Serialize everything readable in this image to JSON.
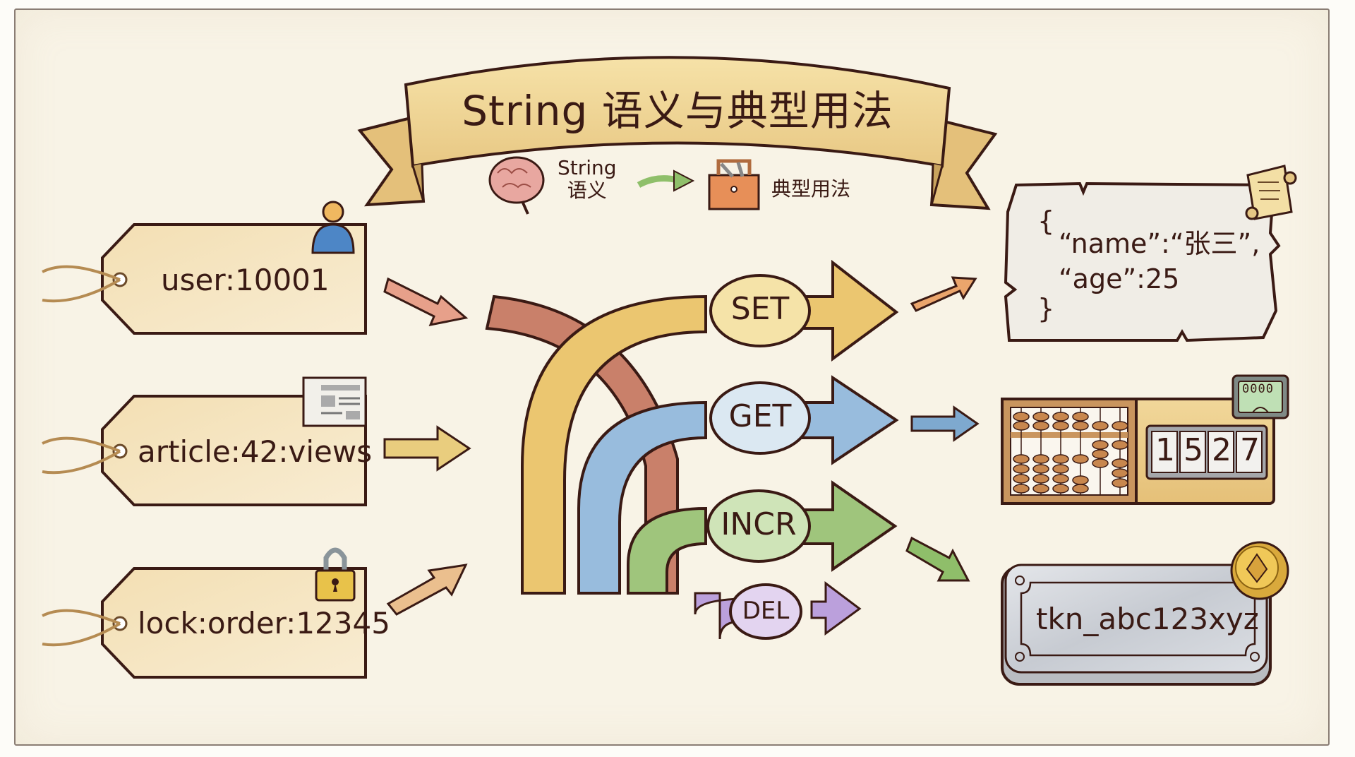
{
  "title": "String 语义与典型用法",
  "subtitle": {
    "left_line1": "String",
    "left_line2": "语义",
    "right": "典型用法",
    "left_icon": "brain-icon",
    "right_icon": "toolbox-icon"
  },
  "keys": [
    {
      "label": "user:10001",
      "icon": "user-icon"
    },
    {
      "label": "article:42:views",
      "icon": "newspaper-icon"
    },
    {
      "label": "lock:order:12345",
      "icon": "padlock-icon"
    }
  ],
  "operations": [
    {
      "label": "SET",
      "color": "#ecc76a"
    },
    {
      "label": "GET",
      "color": "#93b8d8"
    },
    {
      "label": "INCR",
      "color": "#9cc27a"
    },
    {
      "label": "DEL",
      "color": "#b89ad8"
    }
  ],
  "results": {
    "json": {
      "open": "{",
      "line1": "“name”:“张三”,",
      "line2": "“age”:25",
      "close": "}",
      "icon": "scroll-icon"
    },
    "counter": {
      "digits": [
        "1",
        "5",
        "2",
        "7"
      ],
      "meter": "0000",
      "icon": "abacus-icon"
    },
    "token": {
      "value": "tkn_abc123xyz",
      "icon": "coin-icon"
    }
  },
  "colors": {
    "ink": "#3a1a14",
    "paper": "#f8f3e6",
    "tag": "#f5e6c4",
    "red_path": "#c9806a"
  }
}
